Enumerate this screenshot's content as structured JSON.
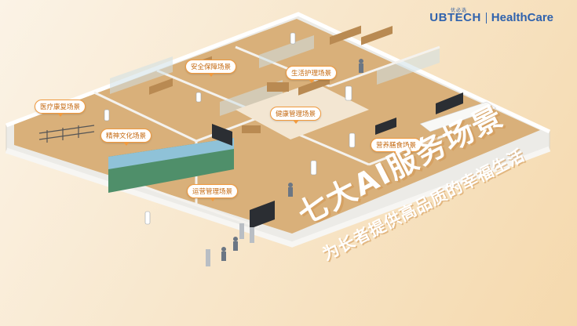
{
  "logo": {
    "small_text": "优必选",
    "brand": "UBTECH",
    "product": "HealthCare"
  },
  "scene_labels": [
    "医疗康复场景",
    "精神文化场景",
    "安全保障场景",
    "生活护理场景",
    "健康管理场景",
    "营养膳食场景",
    "运营管理场景"
  ],
  "headline": "七大AI服务场景",
  "subline": "为长者提供高品质的幸福生活",
  "colors": {
    "brand_blue": "#2f62ad",
    "tag_border": "#f19a3e",
    "floor": "#d9b07a",
    "wall": "#f2f0ec",
    "background": "#f8e7cc"
  }
}
